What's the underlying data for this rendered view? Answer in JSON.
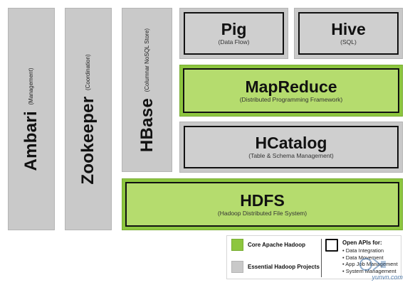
{
  "columns": [
    {
      "title": "Ambari",
      "subtitle": "(Management)"
    },
    {
      "title": "Zookeeper",
      "subtitle": "(Coordination)"
    },
    {
      "title": "HBase",
      "subtitle_line1": "(Columnar NoSQL Store)"
    }
  ],
  "boxes": {
    "pig": {
      "title": "Pig",
      "subtitle": "(Data Flow)"
    },
    "hive": {
      "title": "Hive",
      "subtitle": "(SQL)"
    },
    "mapreduce": {
      "title": "MapReduce",
      "subtitle": "(Distributed Programming Framework)"
    },
    "hcatalog": {
      "title": "HCatalog",
      "subtitle": "(Table & Schema Management)"
    },
    "hdfs": {
      "title": "HDFS",
      "subtitle": "(Hadoop Distributed File System)"
    }
  },
  "legend": {
    "core": "Core Apache Hadoop",
    "essential": "Essential Hadoop Projects",
    "open_apis_heading": "Open APIs for:",
    "open_apis_items": [
      "• Data Integration",
      "• Data Movement",
      "• App Job Management",
      "• System Management"
    ]
  },
  "watermark": {
    "text": "yunvn.com",
    "icon": "watermark-logo-icon"
  },
  "colors": {
    "core_green": "#8dc63f",
    "essential_gray": "#c9c9c9",
    "border_dark": "#111111"
  }
}
